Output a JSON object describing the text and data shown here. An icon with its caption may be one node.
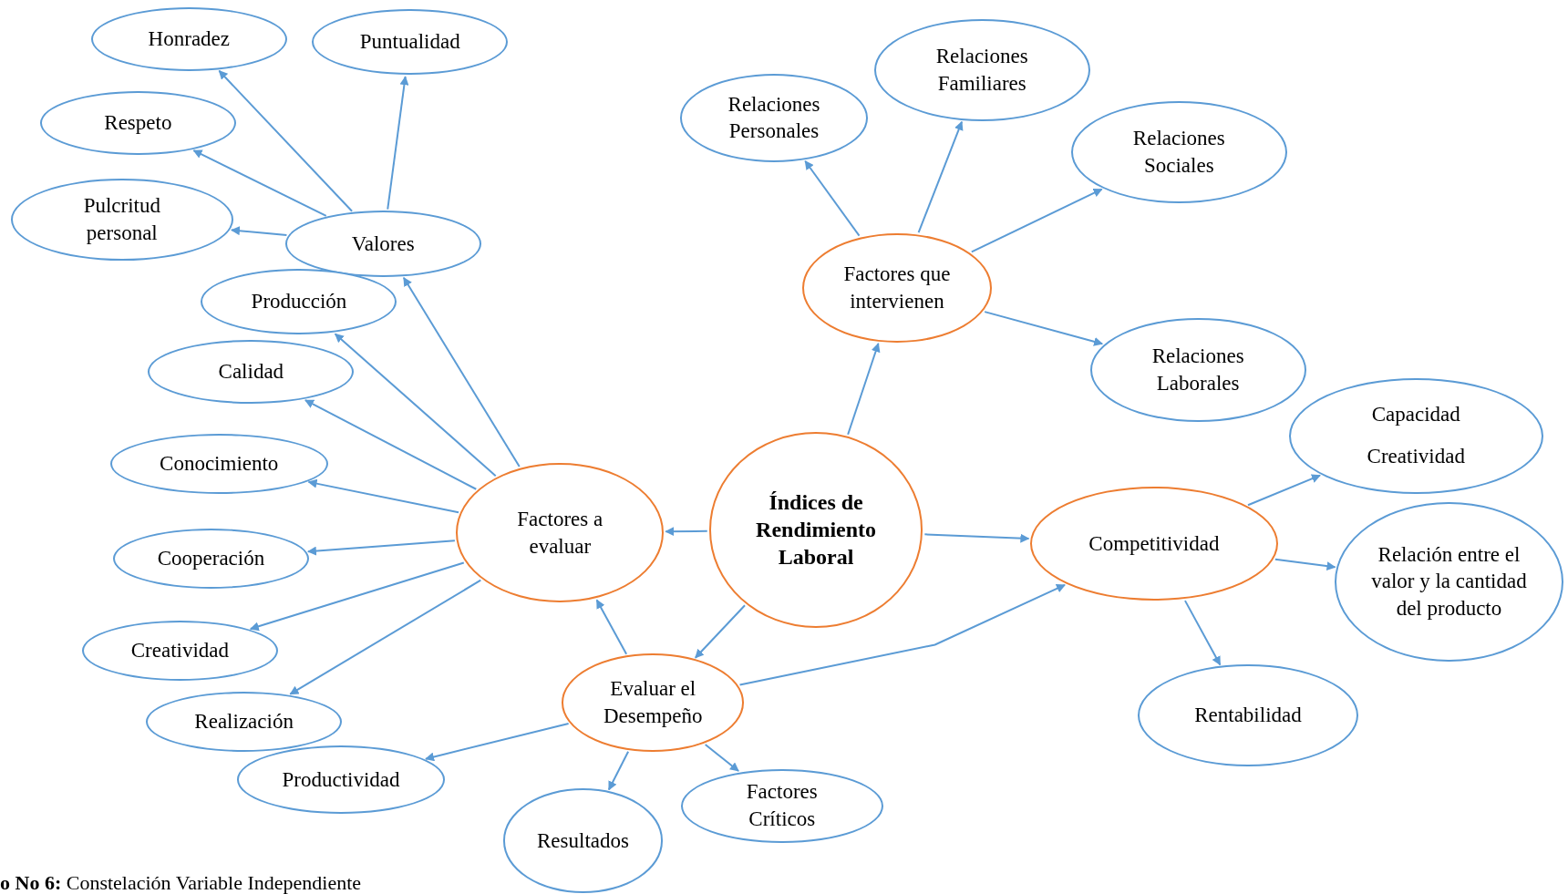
{
  "diagram": {
    "caption": "**o No 6:** Constelación Variable Independiente",
    "nodes": [
      {
        "text": [
          "Índices de Rendimiento Laboral"
        ]
      },
      {
        "text": [
          "Factores que intervienen"
        ]
      },
      {
        "text": [
          "Relaciones Personales"
        ]
      },
      {
        "text": [
          "Relaciones Familiares"
        ]
      },
      {
        "text": [
          "Relaciones Sociales"
        ]
      },
      {
        "text": [
          "Relaciones Laborales"
        ]
      },
      {
        "text": [
          "Competitividad"
        ]
      },
      {
        "text": [
          "Capacidad",
          "Creatividad"
        ]
      },
      {
        "text": [
          "Relación entre el valor y la cantidad del producto"
        ]
      },
      {
        "text": [
          "Rentabilidad"
        ]
      },
      {
        "text": [
          "Factores a evaluar"
        ]
      },
      {
        "text": [
          "Evaluar el Desempeño"
        ]
      },
      {
        "text": [
          "Valores"
        ]
      },
      {
        "text": [
          "Honradez"
        ]
      },
      {
        "text": [
          "Puntualidad"
        ]
      },
      {
        "text": [
          "Respeto"
        ]
      },
      {
        "text": [
          "Pulcritud personal"
        ]
      },
      {
        "text": [
          "Producción"
        ]
      },
      {
        "text": [
          "Calidad"
        ]
      },
      {
        "text": [
          "Conocimiento"
        ]
      },
      {
        "text": [
          "Cooperación"
        ]
      },
      {
        "text": [
          "Creatividad"
        ]
      },
      {
        "text": [
          "Realización"
        ]
      },
      {
        "text": [
          "Productividad"
        ]
      },
      {
        "text": [
          "Resultados"
        ]
      },
      {
        "text": [
          "Factores Críticos"
        ]
      }
    ],
    "edges": [
      {
        "from": 0,
        "to": 1,
        "arrow": "to"
      },
      {
        "from": 1,
        "to": 2,
        "arrow": "to"
      },
      {
        "from": 1,
        "to": 3,
        "arrow": "to"
      },
      {
        "from": 1,
        "to": 4,
        "arrow": "to"
      },
      {
        "from": 1,
        "to": 5,
        "arrow": "to"
      },
      {
        "from": 0,
        "to": 6,
        "arrow": "to"
      },
      {
        "from": 6,
        "to": 7,
        "arrow": "to"
      },
      {
        "from": 6,
        "to": 8,
        "arrow": "to"
      },
      {
        "from": 6,
        "to": 9,
        "arrow": "to"
      },
      {
        "from": 0,
        "to": 10,
        "arrow": "to"
      },
      {
        "from": 0,
        "to": 11,
        "arrow": "to"
      },
      {
        "from": 11,
        "to": 10,
        "arrow": "to"
      },
      {
        "from": 11,
        "to": 6,
        "arrow": "to"
      },
      {
        "from": 10,
        "to": 12,
        "arrow": "to"
      },
      {
        "from": 12,
        "to": 13,
        "arrow": "to"
      },
      {
        "from": 12,
        "to": 14,
        "arrow": "to"
      },
      {
        "from": 12,
        "to": 15,
        "arrow": "to"
      },
      {
        "from": 12,
        "to": 16,
        "arrow": "to"
      },
      {
        "from": 10,
        "to": 17,
        "arrow": "to"
      },
      {
        "from": 10,
        "to": 18,
        "arrow": "to"
      },
      {
        "from": 10,
        "to": 19,
        "arrow": "to"
      },
      {
        "from": 10,
        "to": 20,
        "arrow": "to"
      },
      {
        "from": 10,
        "to": 21,
        "arrow": "to"
      },
      {
        "from": 10,
        "to": 22,
        "arrow": "to"
      },
      {
        "from": 11,
        "to": 23,
        "arrow": "to"
      },
      {
        "from": 11,
        "to": 24,
        "arrow": "to"
      },
      {
        "from": 11,
        "to": 25,
        "arrow": "to"
      }
    ]
  }
}
